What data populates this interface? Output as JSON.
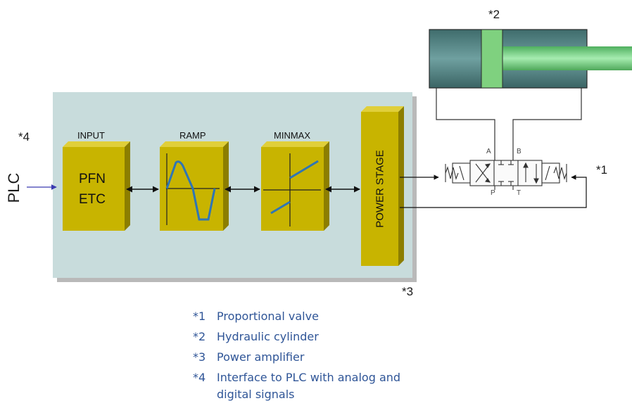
{
  "plc_label": "PLC",
  "markers": {
    "m1": "*1",
    "m2": "*2",
    "m3": "*3",
    "m4": "*4"
  },
  "blocks": {
    "input": {
      "title": "INPUT",
      "line1": "PFN",
      "line2": "ETC"
    },
    "ramp": {
      "title": "RAMP"
    },
    "minmax": {
      "title": "MINMAX"
    },
    "power": {
      "label": "POWER STAGE"
    }
  },
  "valve_ports": {
    "a": "A",
    "b": "B",
    "p": "P",
    "t": "T"
  },
  "notes": [
    {
      "num": "*1",
      "text": "Proportional valve"
    },
    {
      "num": "*2",
      "text": "Hydraulic cylinder"
    },
    {
      "num": "*3",
      "text": "Power amplifier"
    },
    {
      "num": "*4",
      "text": "Interface to PLC with analog and",
      "cont": "digital signals"
    }
  ],
  "colors": {
    "panel": "#c8dcdc",
    "block": "#c8b400",
    "cylinder": "#4f7f7f",
    "rod": "#7fd17f",
    "note_text": "#2f5597",
    "plc_arrow": "#3a3ab0"
  }
}
